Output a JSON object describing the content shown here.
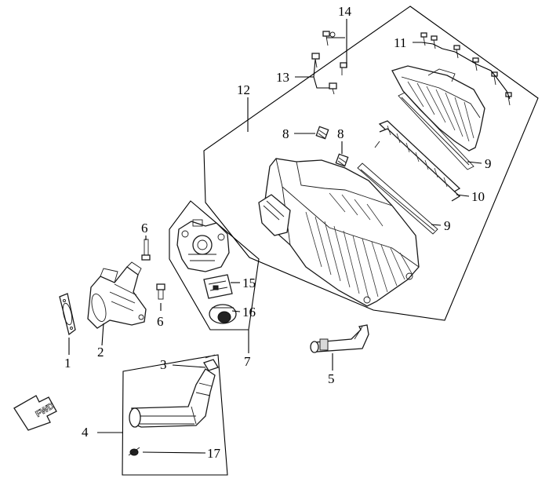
{
  "callouts": {
    "c1": "1",
    "c2": "2",
    "c3": "3",
    "c4": "4",
    "c5": "5",
    "c6a": "6",
    "c6b": "6",
    "c7": "7",
    "c8a": "8",
    "c8b": "8",
    "c9a": "9",
    "c9b": "9",
    "c10": "10",
    "c11": "11",
    "c12": "12",
    "c13": "13",
    "c14": "14",
    "c15": "15",
    "c16": "16",
    "c17": "17"
  },
  "fwd_arrow": {
    "label": "FWD"
  },
  "colors": {
    "line": "#000000",
    "background": "#ffffff",
    "shade": "#d9d9d9"
  }
}
